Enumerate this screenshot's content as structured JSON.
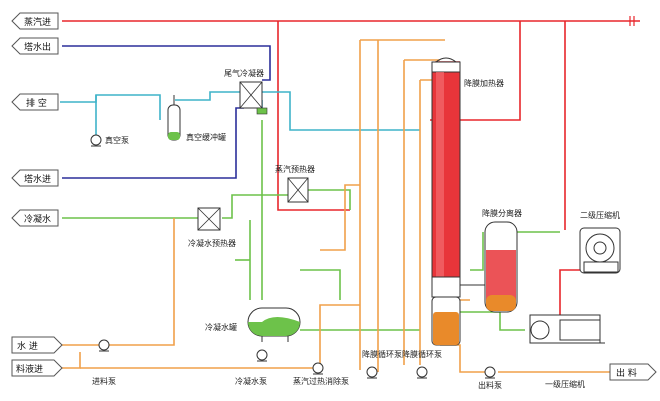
{
  "colors": {
    "steam": "#e8262b",
    "cooling_water": "#2b2f9a",
    "vacuum": "#3fb3c9",
    "feed": "#f0a04a",
    "condensate": "#6dc24a",
    "recirc": "#e59a50"
  },
  "io": {
    "steam_in": "蒸汽进",
    "tower_water_out": "塔水出",
    "vent": "排 空",
    "tower_water_in": "塔水进",
    "condensate_water": "冷凝水",
    "water_in": "水 进",
    "feed_in": "料液进",
    "discharge": "出 料"
  },
  "equipment": {
    "tail_gas_condenser": "尾气冷凝器",
    "vacuum_pump": "真空泵",
    "vacuum_tank": "真空缓冲罐",
    "steam_preheater": "蒸汽预热器",
    "condensate_preheater": "冷凝水预热器",
    "condensate_tank": "冷凝水罐",
    "falling_film_heater": "降膜加热器",
    "falling_film_separator": "降膜分离器",
    "stage2_compressor": "二级压缩机",
    "stage1_compressor": "一级压缩机",
    "feed_pump": "进料泵",
    "condensate_pump": "冷凝水泵",
    "desuperheater_pump": "蒸汽过热消除泵",
    "falling_film_circ_pump_1": "降膜循环泵",
    "falling_film_circ_pump_2": "降膜循环泵",
    "discharge_pump": "出料泵"
  }
}
